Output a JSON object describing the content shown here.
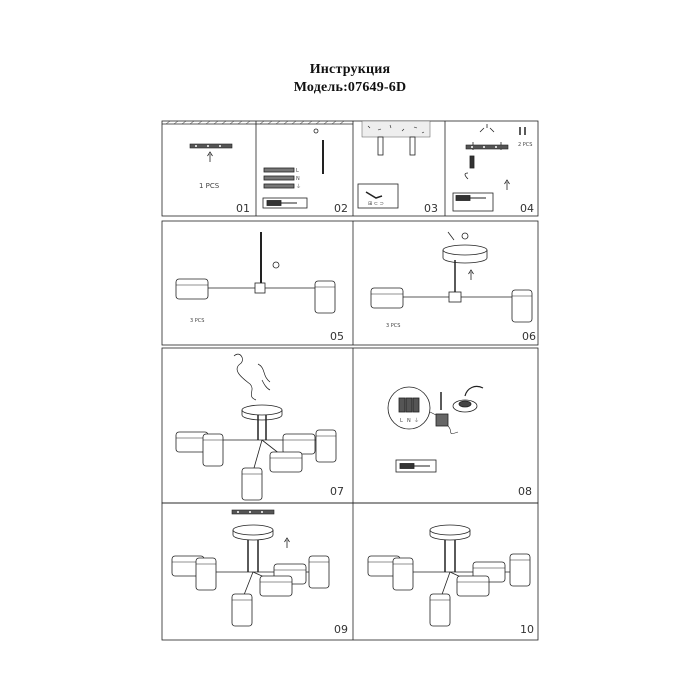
{
  "header": {
    "title": "Инструкция",
    "model": "Модель:07649-6D"
  },
  "steps": [
    {
      "number": "01",
      "note": "1 PCS"
    },
    {
      "number": "02",
      "note": ""
    },
    {
      "number": "03",
      "note": ""
    },
    {
      "number": "04",
      "note": "2 PCS"
    },
    {
      "number": "05",
      "note": "3 PCS"
    },
    {
      "number": "06",
      "note": "3 PCS"
    },
    {
      "number": "07",
      "note": ""
    },
    {
      "number": "08",
      "note": ""
    },
    {
      "number": "09",
      "note": ""
    },
    {
      "number": "10",
      "note": ""
    }
  ],
  "screw_labels": [
    "L",
    "N",
    "⏚"
  ],
  "wire_labels": [
    "L",
    "N",
    "⏚"
  ]
}
